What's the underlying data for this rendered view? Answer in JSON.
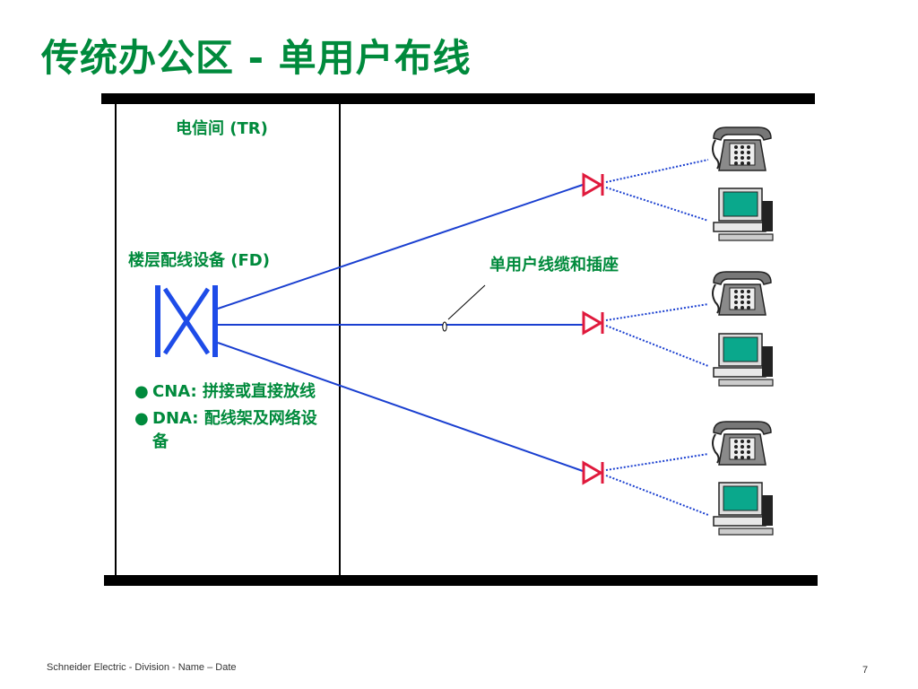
{
  "slide": {
    "title": "传统办公区 - 单用户布线",
    "tr_label": "电信间 (TR)",
    "fd_label": "楼层配线设备 (FD)",
    "cable_label": "单用户线缆和插座",
    "bullets": [
      {
        "marker": "●",
        "text": "CNA: 拼接或直接放线"
      },
      {
        "marker": "●",
        "text": "DNA: 配线架及网络设备"
      }
    ]
  },
  "footer": {
    "left": "Schneider Electric - Division - Name – Date",
    "page": "7"
  },
  "colors": {
    "title_green": "#008a3c",
    "cable_blue": "#1a3fd0",
    "outlet_red": "#e0193c",
    "fd_blue": "#1e4ce8",
    "screen_teal": "#0aa88c"
  },
  "icons": [
    "telephone-icon",
    "computer-icon",
    "outlet-icon",
    "patch-panel-icon"
  ]
}
